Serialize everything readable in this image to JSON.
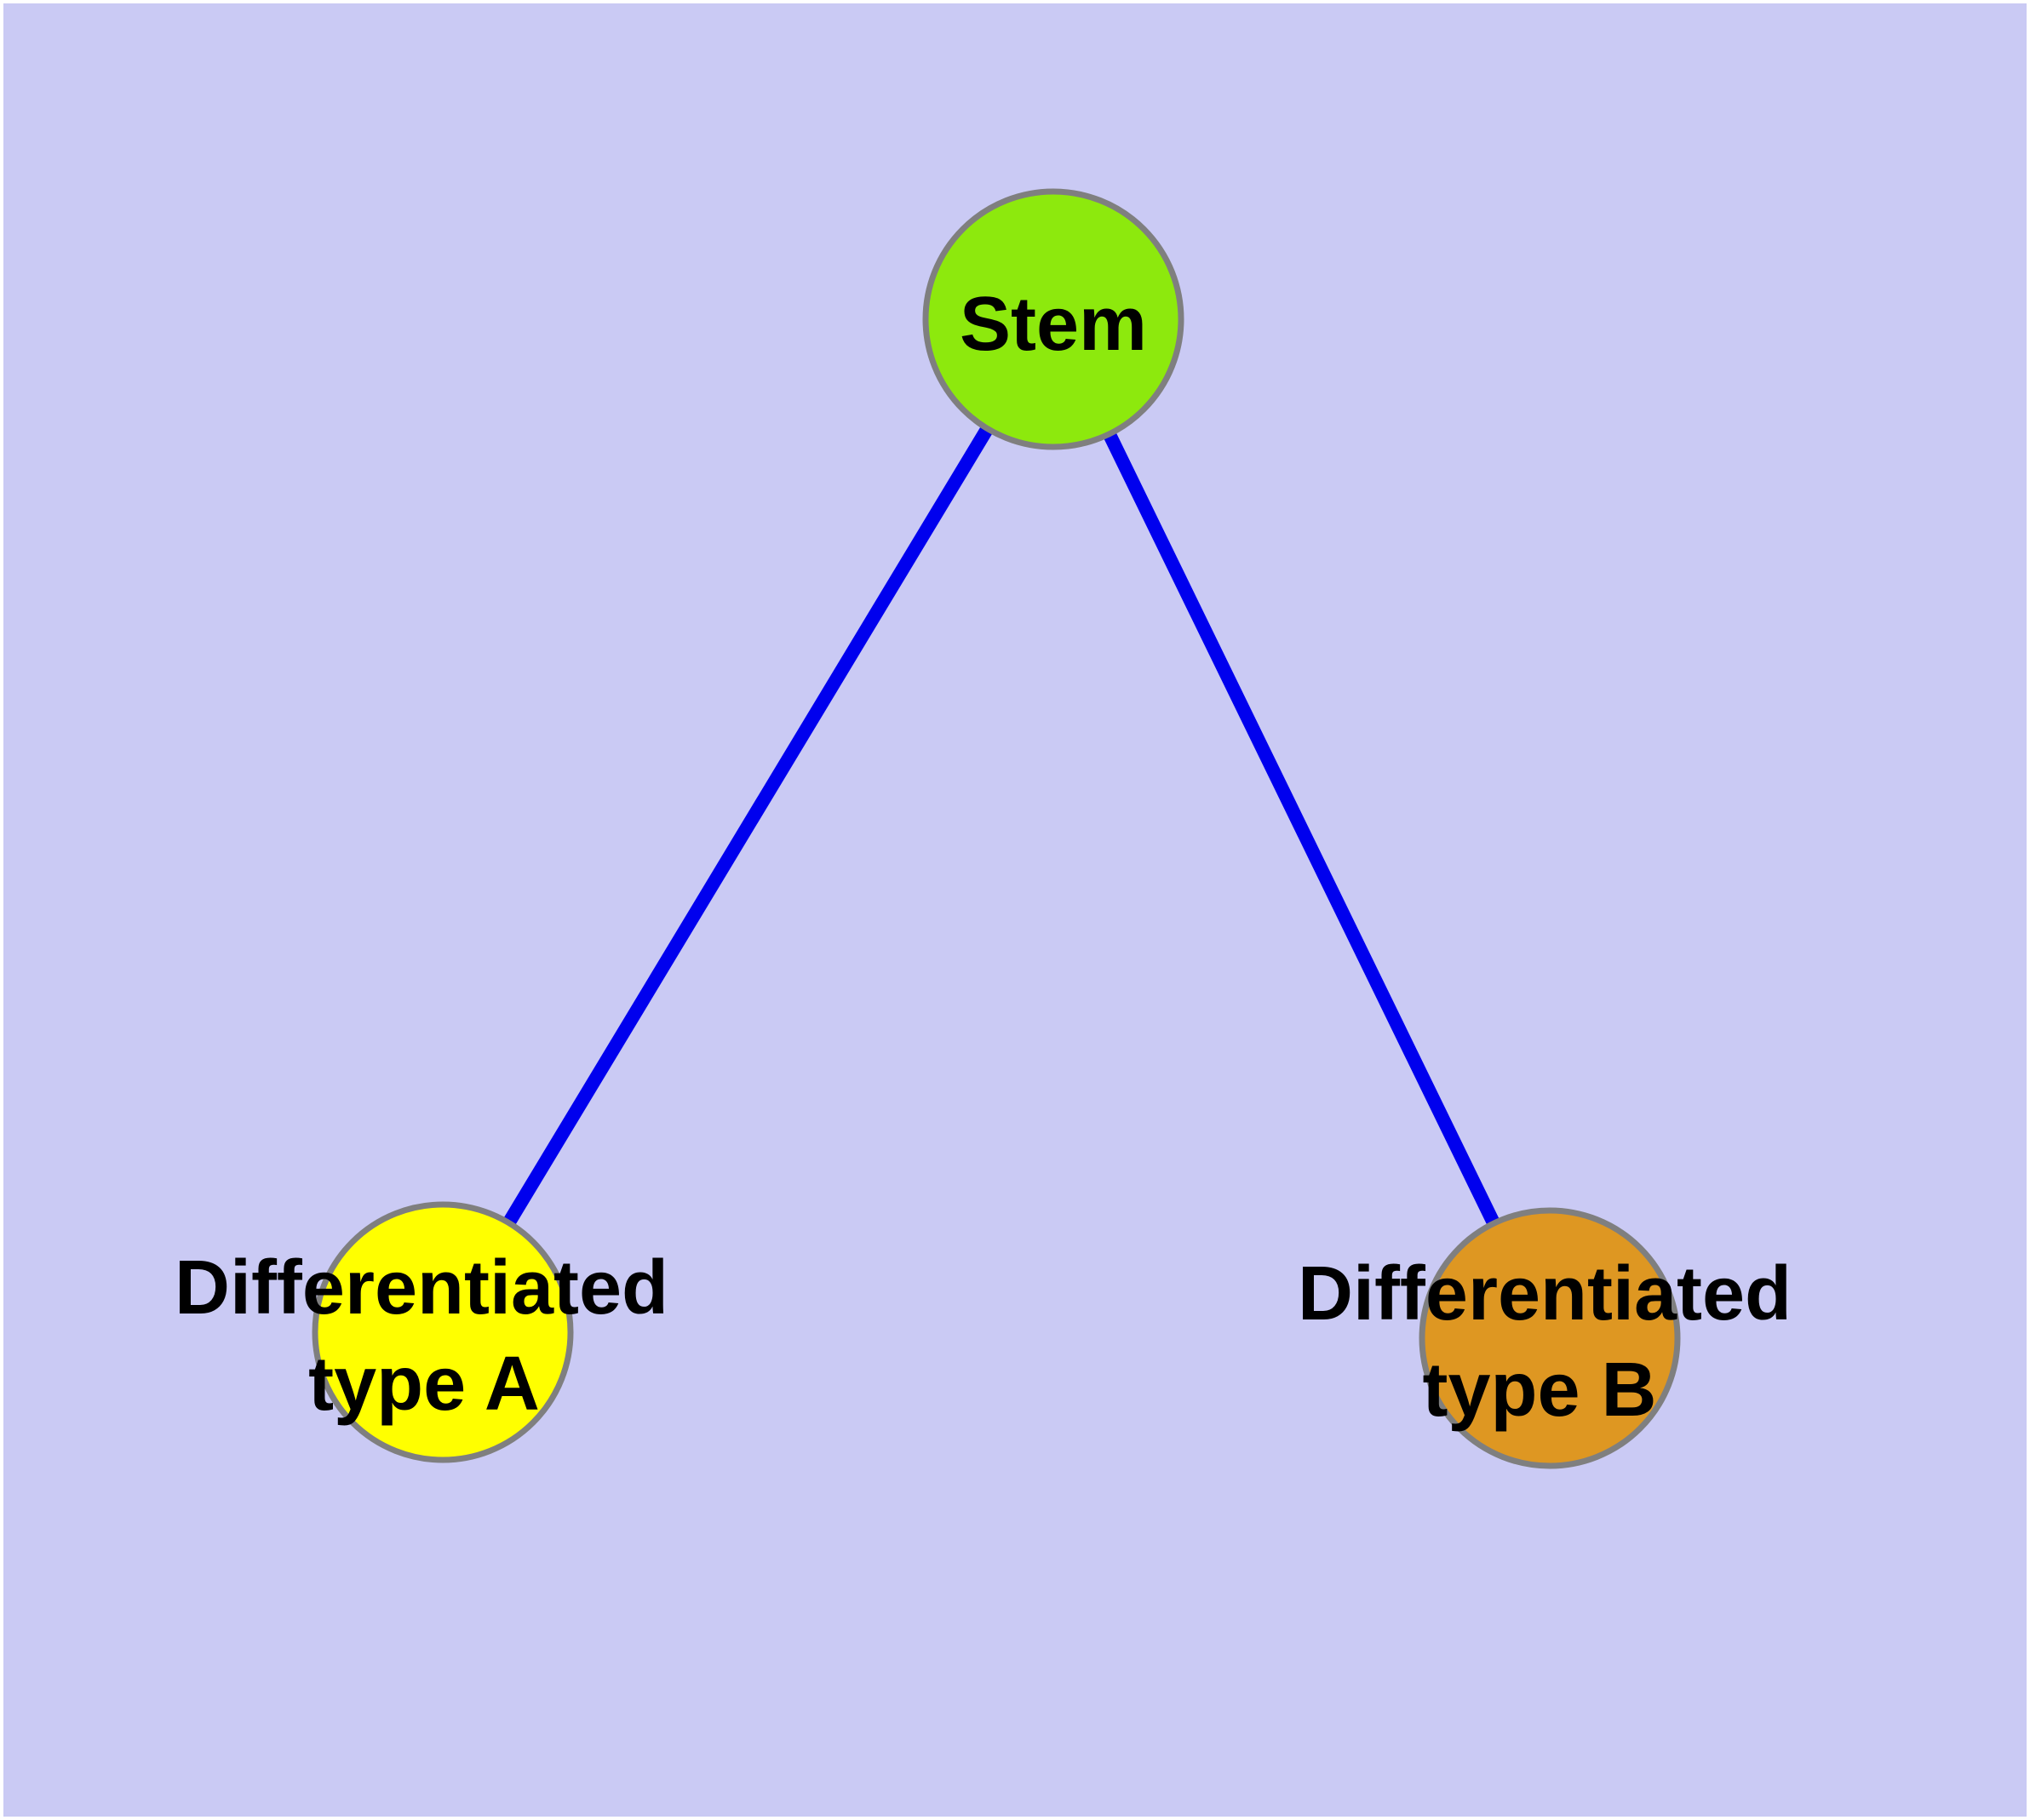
{
  "graph": {
    "colors": {
      "background": "#CACAF4",
      "frame": "#FFFFFF",
      "edge": "#0000EE",
      "node_border": "#7F7F7F",
      "label": "#000000",
      "stem_fill": "#8DE90D",
      "type_a_fill": "#FFFF00",
      "type_b_fill": "#DE9722"
    },
    "nodes": [
      {
        "id": "stem",
        "fill": "#8DE90D",
        "label_lines": [
          "Stem"
        ]
      },
      {
        "id": "differentiated-type-a",
        "fill": "#FFFF00",
        "label_lines": [
          "Differentiated",
          "type A"
        ]
      },
      {
        "id": "differentiated-type-b",
        "fill": "#DE9722",
        "label_lines": [
          "Differentiated",
          "type B"
        ]
      }
    ],
    "edges": [
      {
        "from": "stem",
        "to": "differentiated-type-a"
      },
      {
        "from": "stem",
        "to": "differentiated-type-b"
      }
    ]
  }
}
